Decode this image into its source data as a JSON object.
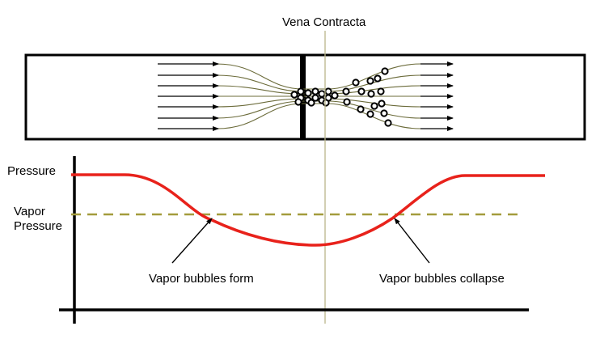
{
  "labels": {
    "vena_contracta": "Vena Contracta",
    "pressure": "Pressure",
    "vapor_pressure_line1": "Vapor",
    "vapor_pressure_line2": "Pressure",
    "bubbles_form": "Vapor bubbles form",
    "bubbles_collapse": "Vapor bubbles collapse"
  },
  "colors": {
    "pressure_curve": "#e8221b",
    "vapor_pressure_line": "#a39c3c",
    "outline": "#000000",
    "streamline": "#6b6b3a"
  }
}
